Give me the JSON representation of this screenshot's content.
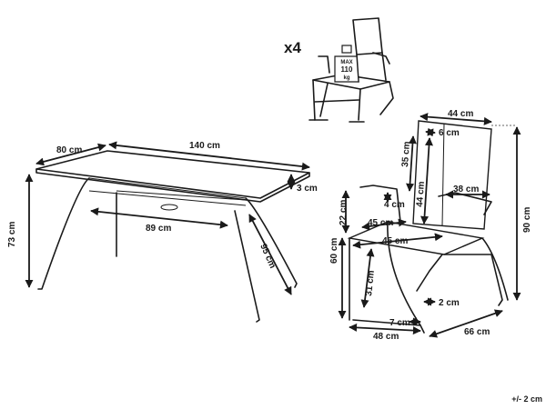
{
  "multiplier": "x4",
  "max_load": {
    "line1": "MAX",
    "line2": "110",
    "line3": "kg"
  },
  "table": {
    "width": "80 cm",
    "length": "140 cm",
    "top_thickness": "3 cm",
    "height": "73 cm",
    "leg_span": "89 cm",
    "leg_length": "95 cm"
  },
  "chair": {
    "back_width": "44 cm",
    "back_top_gap": "6 cm",
    "back_lower": "35 cm",
    "back_height": "44 cm",
    "armrest_length": "38 cm",
    "armrest_gap": "4 cm",
    "armrest_height": "22 cm",
    "seat_upper_depth": "45 cm",
    "seat_depth": "45 cm",
    "seat_height": "60 cm",
    "leg_height": "31 cm",
    "tube": "2 cm",
    "foot_gap": "7 cm",
    "base_width": "48 cm",
    "base_depth": "66 cm",
    "total_height": "90 cm"
  },
  "tolerance": "+/- 2 cm"
}
